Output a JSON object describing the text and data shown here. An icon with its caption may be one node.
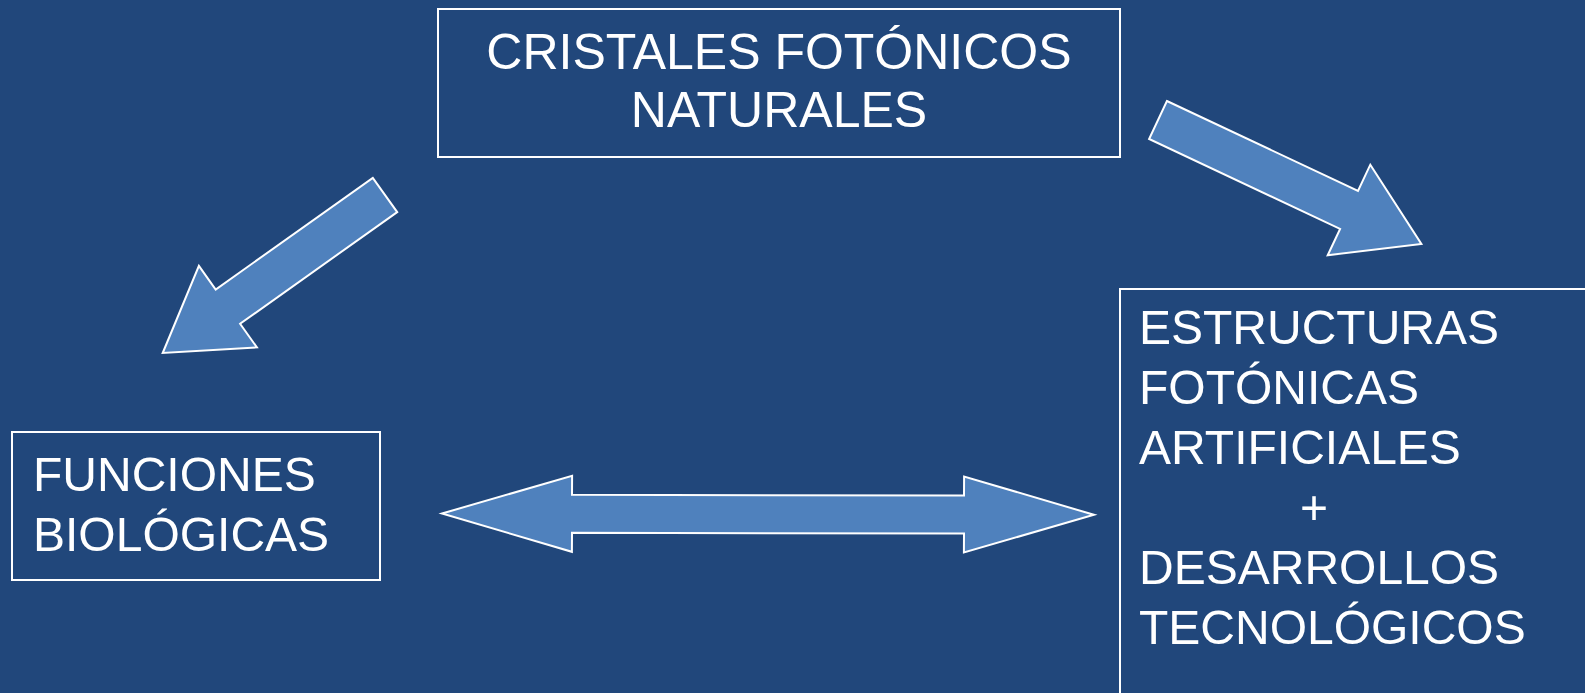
{
  "diagram": {
    "nodes": [
      {
        "text": [
          "CRISTALES FOTÓNICOS NATURALES"
        ]
      },
      {
        "text": [
          "FUNCIONES BIOLÓGICAS"
        ]
      },
      {
        "text": [
          "ESTRUCTURAS FOTÓNICAS ARTIFICIALES",
          "+",
          "DESARROLLOS TECNOLÓGICOS"
        ]
      }
    ],
    "edges": [
      {
        "from": 0,
        "to": 1,
        "arrow": "to"
      },
      {
        "from": 0,
        "to": 2,
        "arrow": "to"
      },
      {
        "from": 1,
        "to": 2,
        "arrow": "both"
      }
    ]
  }
}
